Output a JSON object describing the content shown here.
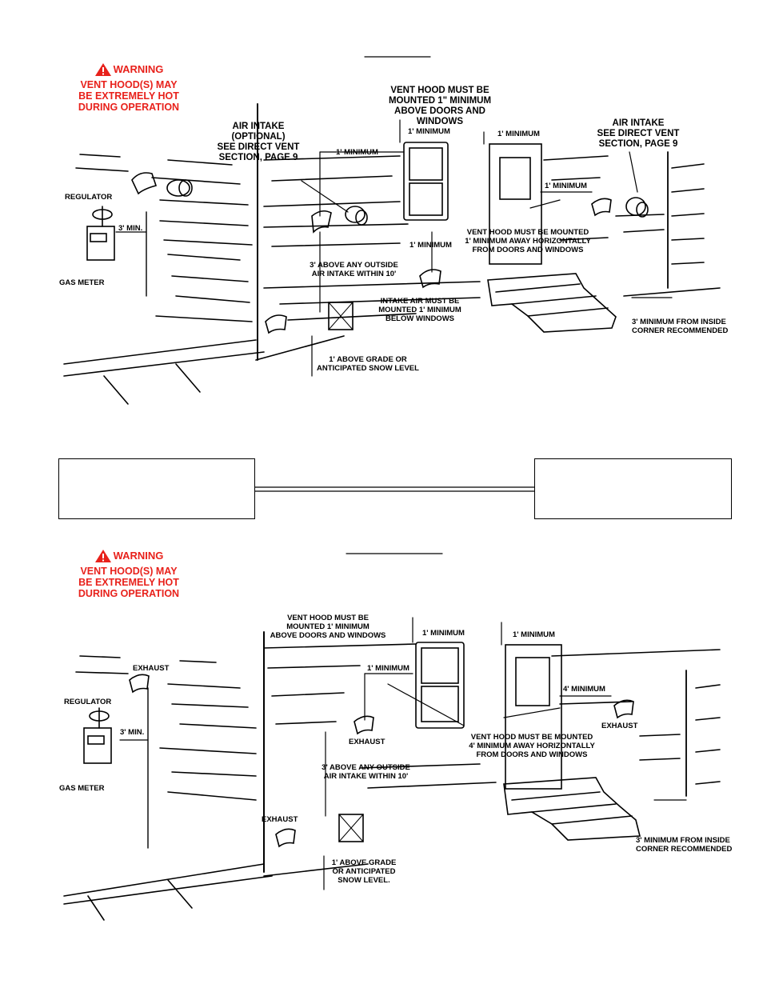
{
  "colors": {
    "warning": "#e8211b",
    "ink": "#000000"
  },
  "top": {
    "warning": {
      "title": "WARNING",
      "text": "VENT HOOD(S) MAY\nBE EXTREMELY HOT\nDURING OPERATION"
    },
    "labels": {
      "air_intake_optional": "AIR INTAKE\n(OPTIONAL)\nSEE DIRECT VENT\nSECTION, PAGE 9",
      "vent_hood_must_be": "VENT HOOD MUST BE\nMOUNTED 1\" MINIMUM\nABOVE DOORS AND WINDOWS",
      "air_intake_right": "AIR INTAKE\nSEE DIRECT VENT\nSECTION, PAGE 9",
      "min_window_top": "1' MINIMUM",
      "min_door_top": "1' MINIMUM",
      "min_left": "1' MINIMUM",
      "min_right": "1' MINIMUM",
      "min_below": "1' MINIMUM",
      "regulator": "REGULATOR",
      "three_min": "3' MIN.",
      "gas_meter": "GAS METER",
      "three_above": "3' ABOVE ANY OUTSIDE\nAIR INTAKE WITHIN 10'",
      "horiz": "VENT HOOD MUST BE MOUNTED\n1' MINIMUM AWAY HORIZONTALLY\nFROM DOORS AND WINDOWS",
      "intake_below": "INTAKE AIR MUST BE\nMOUNTED 1' MINIMUM\nBELOW WINDOWS",
      "inside_corner": "3' MINIMUM FROM INSIDE\nCORNER RECOMMENDED",
      "grade": "1' ABOVE GRADE OR\nANTICIPATED SNOW LEVEL"
    }
  },
  "bottom": {
    "warning": {
      "title": "WARNING",
      "text": "VENT HOOD(S) MAY\nBE EXTREMELY HOT\nDURING OPERATION"
    },
    "labels": {
      "vent_hood_must_be": "VENT HOOD MUST BE\nMOUNTED 1' MINIMUM\nABOVE DOORS AND WINDOWS",
      "min_window_top": "1' MINIMUM",
      "min_door_top": "1' MINIMUM",
      "exhaust_top": "EXHAUST",
      "min_left": "1' MINIMUM",
      "four_min": "4' MINIMUM",
      "regulator": "REGULATOR",
      "three_min": "3' MIN.",
      "gas_meter": "GAS METER",
      "exhaust_mid": "EXHAUST",
      "exhaust_right": "EXHAUST",
      "horiz": "VENT HOOD MUST BE MOUNTED\n4' MINIMUM AWAY HORIZONTALLY\nFROM DOORS AND WINDOWS",
      "three_above": "3' ABOVE ANY OUTSIDE\nAIR INTAKE WITHIN 10'",
      "exhaust_low": "EXHAUST",
      "inside_corner": "3' MINIMUM FROM INSIDE\nCORNER RECOMMENDED",
      "grade": "1' ABOVE GRADE\nOR ANTICIPATED\nSNOW LEVEL."
    }
  }
}
